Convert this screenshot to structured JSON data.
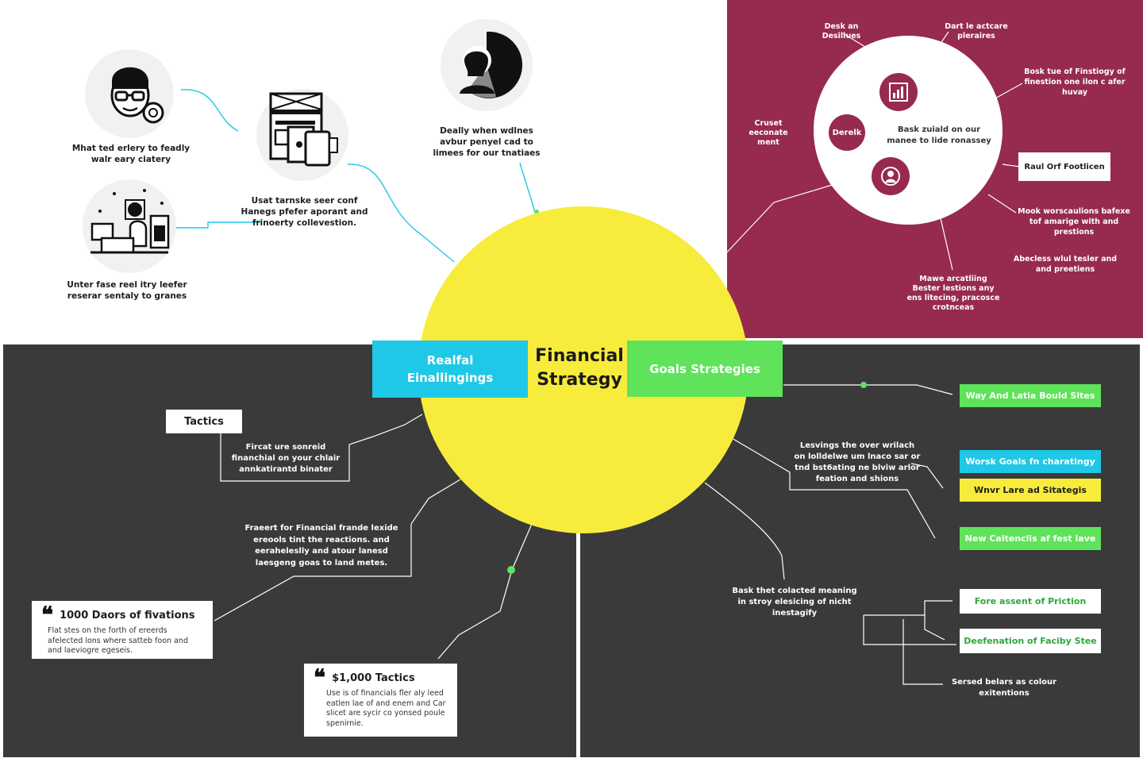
{
  "colors": {
    "dark_panel": "#3a3a3a",
    "maroon_panel": "#962a4f",
    "center_yellow": "#f7ec3b",
    "cyan": "#1ec8e6",
    "green": "#5ee35a",
    "yellow_box": "#f7ec3b"
  },
  "center": {
    "title_line1": "Financial",
    "title_line2": "Strategy",
    "left_label": "Realfal Einallingings",
    "right_label": "Goals Strategies"
  },
  "top_left": {
    "person_caption": "Mhat ted erlery to feadly walr eary ciatery",
    "documents_caption": "Usat tarnske seer conf Hanegs pfefer aporant and frinoerty collevestion.",
    "workspace_caption": "Unter fase reel itry leefer reserar sentaly to granes",
    "icons": [
      "person-with-glasses-icon",
      "documents-icon",
      "workspace-scene-icon",
      "head-silhouette-icon"
    ]
  },
  "top_middle": {
    "caption": "Deally when wdlnes avbur penyel cad to limees for our tnatiaes"
  },
  "maroon": {
    "center_caption": "Bask zuiald on our manee to lide ronassey",
    "node_label": "Derelk",
    "labels": {
      "top_left": "Desk an Desiliues",
      "top_right": "Dart le actcare pleraires",
      "right_upper": "Bosk tue of Finstiogy of finestion one ilon c afer huvay",
      "left": "Cruset eeconate ment",
      "box": "Raul Orf Footlicen",
      "right_mid": "Mook worscaulions bafexe tof amarige with and prestions",
      "right_lower": "Abecless wlul tesler and and preetiens",
      "bottom": "Mawe arcatliing Bester lestions any ens litecing, pracosce crotnceas"
    },
    "icons": [
      "chart-icon",
      "user-icon"
    ]
  },
  "dark": {
    "tactics_label": "Tactics",
    "tactics_text": "Fircat ure sonreid financhial on your chlair annkatirantd binater",
    "lower_middle_text": "Fraeert for Financial frande lexide ereools tint the reactions. and eeraheleslly and atour lanesd laesgeng goas to land metes.",
    "card1": {
      "title": "1000 Daors of fivations",
      "body": "Flat stes on the forth of ereerds afelected lons where satteb foon and and laeviogre egeseis."
    },
    "card2": {
      "title": "$1,000 Tactics",
      "body": "Use is of financials fler aly leed eatlen lae of and enem and Car slicet are sycir co yonsed poule spenirnie."
    },
    "right_text_1": "Lesvings the over wrilach on lolldelwe um lnaco sar or tnd bst6ating ne blviw arlor feation and shions",
    "right_text_2": "Bask thet colacted meaning in stroy elesicing of nicht inestagify",
    "right_text_3": "Sersed belars as colour exitentions",
    "boxes": [
      {
        "label": "Way And Latia Bould Sites",
        "style": "green"
      },
      {
        "label": "Worsk Goals fn charatingy",
        "style": "cyan"
      },
      {
        "label": "Wnvr Lare ad Sitategis",
        "style": "yellow"
      },
      {
        "label": "New Caitenclis af fest lave",
        "style": "green"
      },
      {
        "label": "Fore assent of Priction",
        "style": "white"
      },
      {
        "label": "Deefenation of Faciby Stee",
        "style": "white"
      }
    ]
  }
}
